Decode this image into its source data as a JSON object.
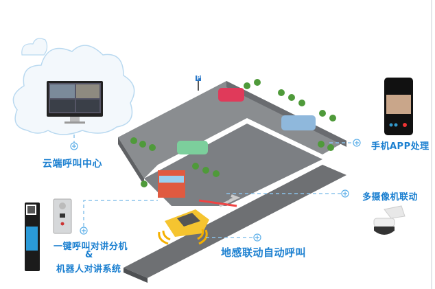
{
  "labels": {
    "cloud_call_center": "云端呼叫中心",
    "mobile_app": "手机APP处理",
    "multi_camera": "多摄像机联动",
    "intercom_line1": "一键呼叫对讲分机",
    "intercom_amp": "&",
    "intercom_line2": "机器人对讲系统",
    "ground_sensor": "地感联动自动呼叫"
  },
  "parking_sign": "P",
  "colors": {
    "label": "#1a7fd0",
    "dash": "#8cc4ec",
    "lot": "#8a8d90",
    "road": "#6e7073",
    "taxi": "#f5c430"
  }
}
